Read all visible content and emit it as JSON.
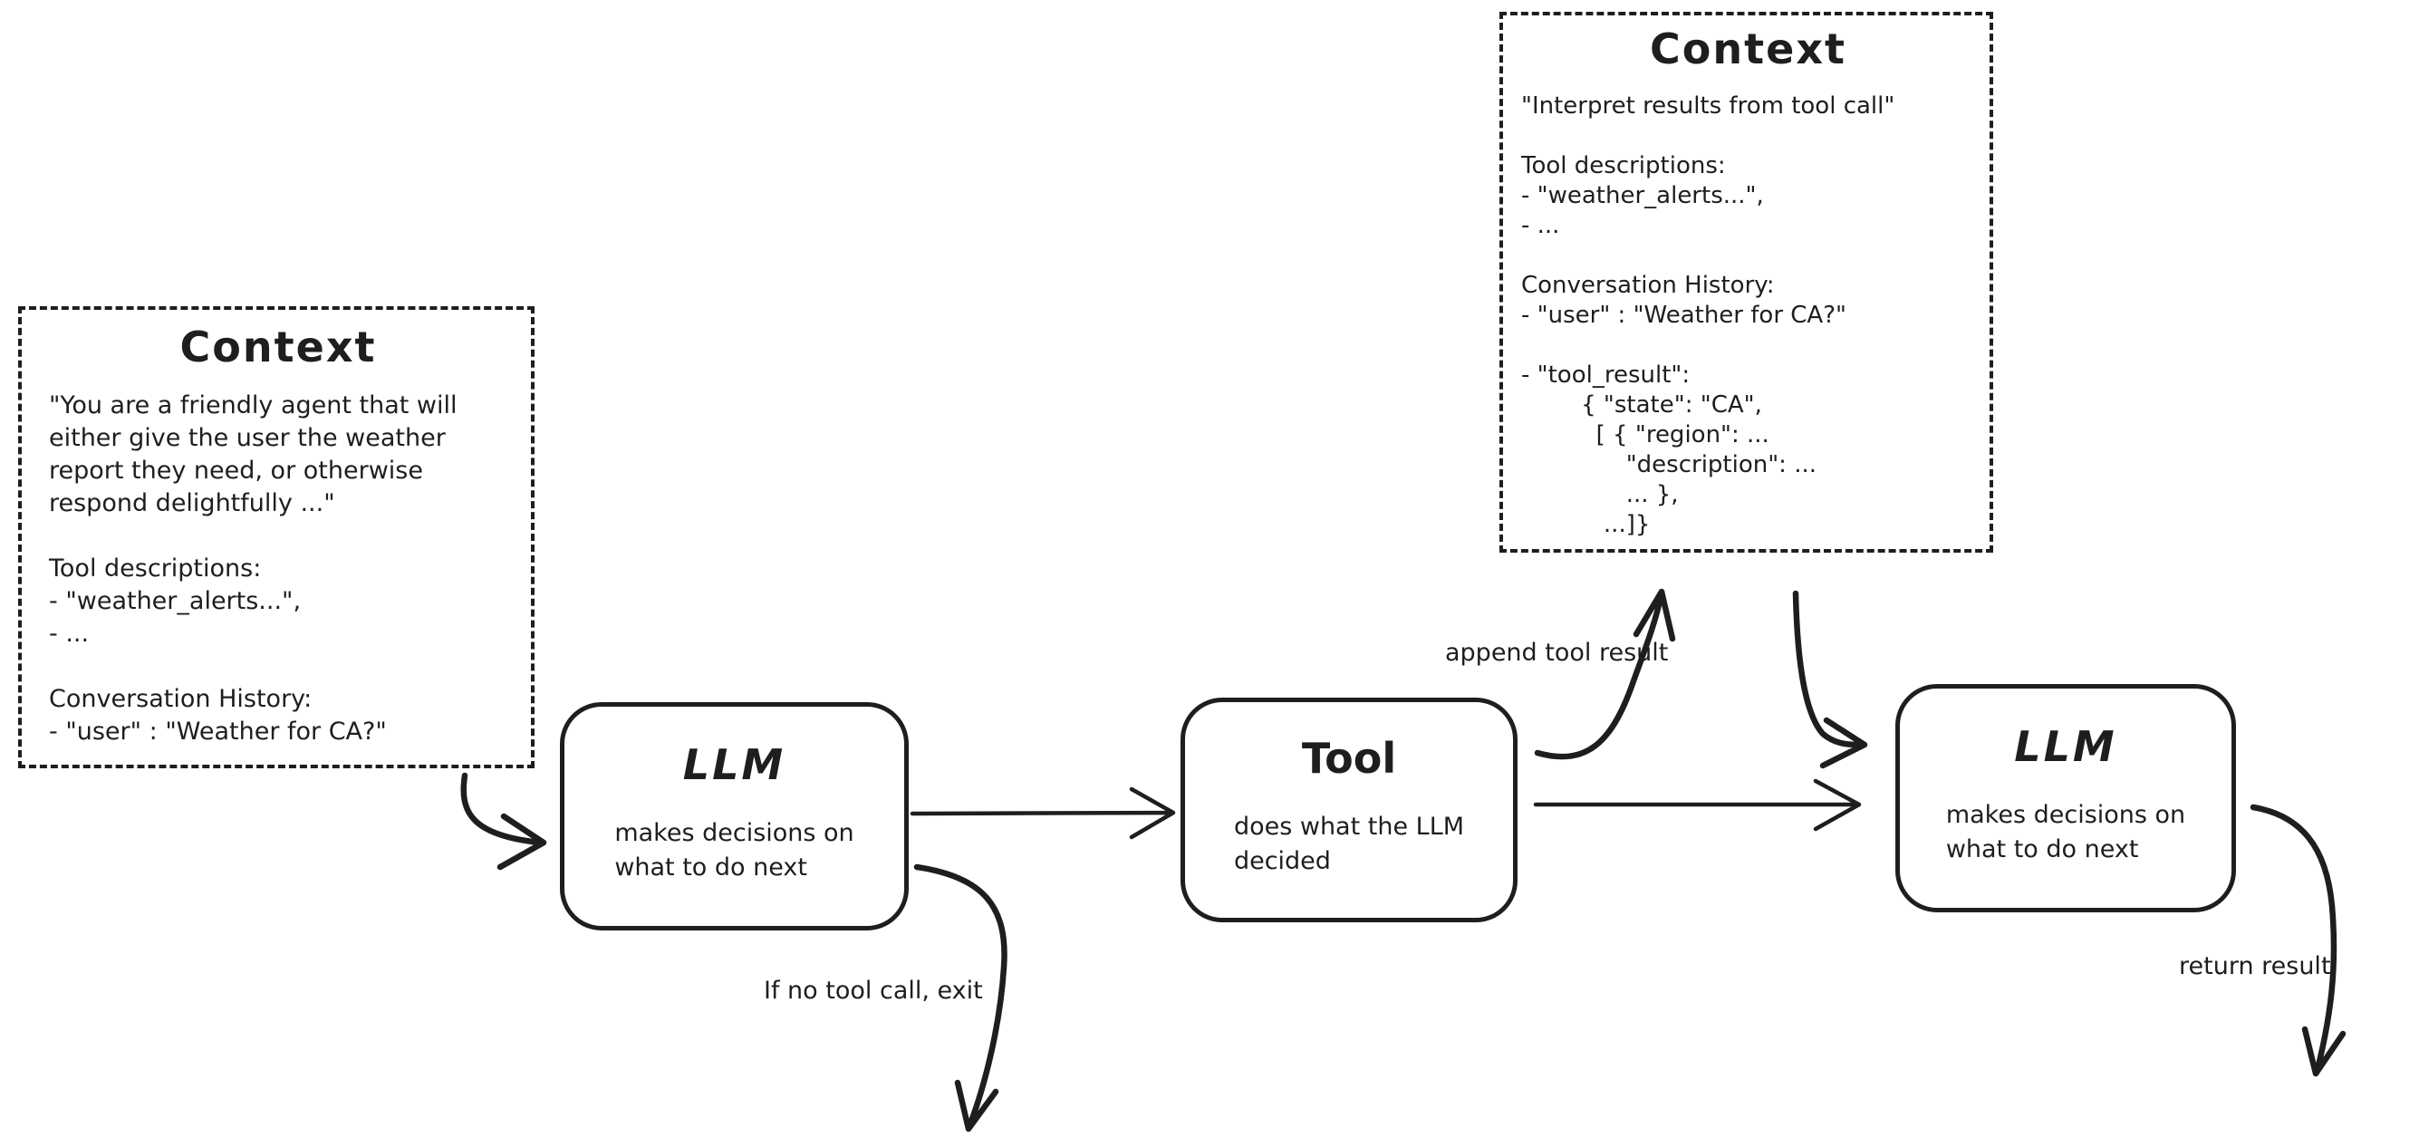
{
  "diagram": {
    "colors": {
      "ink": "#1e1e1e",
      "background": "#ffffff"
    },
    "context_left": {
      "title": "Context",
      "lines": [
        "\"You are a friendly agent that will",
        "either give the user the weather",
        "report they need, or otherwise",
        "respond delightfully ...\"",
        "",
        "Tool descriptions:",
        "- \"weather_alerts...\",",
        "- ...",
        "",
        "Conversation History:",
        "- \"user\" : \"Weather for CA?\""
      ]
    },
    "context_top": {
      "title": "Context",
      "lines": [
        "\"Interpret results from tool call\"",
        "",
        "Tool descriptions:",
        "- \"weather_alerts...\",",
        "- ...",
        "",
        "Conversation History:",
        "- \"user\" : \"Weather for CA?\"",
        "",
        "- \"tool_result\":",
        "        { \"state\": \"CA\",",
        "          [ { \"region\": ...",
        "              \"description\": ...",
        "              ... },",
        "           ...]}"
      ]
    },
    "llm_first": {
      "title": "LLM",
      "subtitle": "makes decisions on\nwhat to do next"
    },
    "tool": {
      "title": "Tool",
      "subtitle": "does what the LLM\ndecided"
    },
    "llm_second": {
      "title": "LLM",
      "subtitle": "makes decisions on\nwhat to do next"
    },
    "labels": {
      "append_tool_result": "append tool result",
      "if_no_tool_call_exit": "If no tool call, exit",
      "return_result": "return result"
    }
  }
}
